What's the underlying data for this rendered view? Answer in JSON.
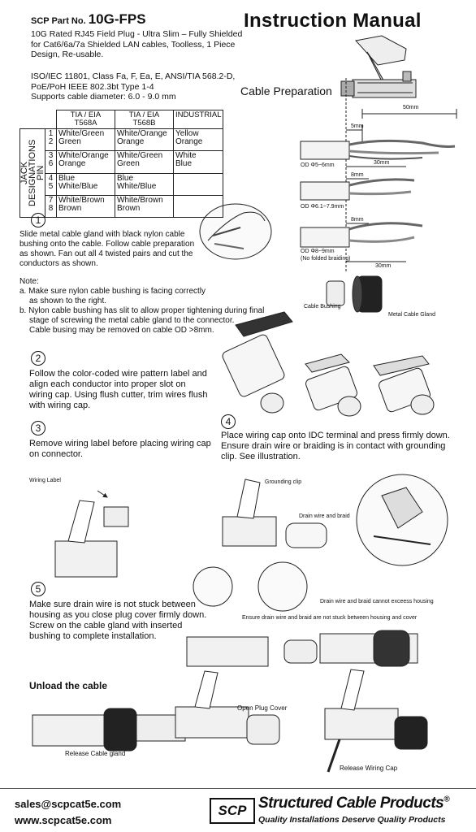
{
  "header": {
    "part_label": "SCP Part No.",
    "part_number": "10G-FPS",
    "title": "Instruction Manual",
    "description": "10G Rated RJ45 Field Plug - Ultra Slim – Fully Shielded for Cat6/6a/7a Shielded LAN cables, Toolless, 1 Piece Design, Re-usable.",
    "standards": "ISO/IEC 11801, Class Fa, F, Ea, E, ANSI/TIA 568.2-D, PoE/PoH IEEE 802.3bt Type 1-4",
    "cable_diameter": "Supports cable diameter: 6.0 - 9.0 mm"
  },
  "cable_prep": {
    "heading": "Cable Preparation",
    "dim_50": "50mm",
    "dim_5": "5mm",
    "dim_30a": "30mm",
    "dim_8a": "8mm",
    "dim_8b": "8mm",
    "dim_30b": "30mm",
    "od1": "OD Φ5~6mm",
    "od2": "OD Φ6.1~7.9mm",
    "od3": "OD Φ8~9mm",
    "od3_note": "(No folded braiding)",
    "cable_bushing": "Cable Bushing",
    "metal_gland": "Metal Cable Gland"
  },
  "pin_table": {
    "headers": [
      "TIA / EIA T568A",
      "TIA / EIA T568B",
      "INDUSTRIAL"
    ],
    "side_pin": "PIN",
    "side_jack": "JACK DESIGNATIONS",
    "rows": [
      {
        "pins": [
          "1",
          "2"
        ],
        "a": [
          "White/Green",
          "Green"
        ],
        "b": [
          "White/Orange",
          "Orange"
        ],
        "i": [
          "Yellow",
          "Orange"
        ]
      },
      {
        "pins": [
          "3",
          "6"
        ],
        "a": [
          "White/Orange",
          "Orange"
        ],
        "b": [
          "White/Green",
          "Green"
        ],
        "i": [
          "White",
          "Blue"
        ]
      },
      {
        "pins": [
          "4",
          "5"
        ],
        "a": [
          "Blue",
          "White/Blue"
        ],
        "b": [
          "Blue",
          "White/Blue"
        ],
        "i": [
          "",
          ""
        ]
      },
      {
        "pins": [
          "7",
          "8"
        ],
        "a": [
          "White/Brown",
          "Brown"
        ],
        "b": [
          "White/Brown",
          "Brown"
        ],
        "i": [
          "",
          ""
        ]
      }
    ]
  },
  "steps": {
    "s1_num": "1",
    "s1_text": "Slide metal cable gland with black nylon cable bushing onto the cable. Follow cable preparation as shown.  Fan out all 4 twisted pairs and cut the conductors as shown.",
    "note_title": "Note:",
    "note_a": "a. Make sure nylon cable bushing is facing correctly",
    "note_a2": "as shown to the right.",
    "note_b": "b. Nylon cable bushing has slit to allow proper tightening during final",
    "note_b2": "stage of screwing the metal cable gland to the connector.",
    "note_b3": "Cable busing may be removed on cable OD >8mm.",
    "s2_num": "2",
    "s2_text": "Follow the color-coded wire pattern label and align each conductor into proper slot on wiring cap.  Using flush cutter, trim wires flush with wiring cap.",
    "s3_num": "3",
    "s3_text": "Remove wiring label before placing wiring cap on connector.",
    "s4_num": "4",
    "s4_text": "Place wiring cap onto IDC terminal and press firmly down. Ensure drain wire or braiding is in contact with grounding clip.  See illustration.",
    "s5_num": "5",
    "s5_text": "Make sure drain wire is not stuck between housing as you close plug cover firmly down. Screw on the cable gland with inserted bushing to complete installation.",
    "wiring_label": "Wiring Label",
    "grounding_clip": "Grounding clip",
    "drain_braid": "Drain wire and braid",
    "braid_cannot": "Drain wire and braid cannot exceess housing",
    "ensure_drain": "Ensure drain wire and braid are not stuck between housing and cover"
  },
  "unload": {
    "heading": "Unload the cable",
    "open_cover": "Open Plug Cover",
    "release_gland": "Release Cable gland",
    "release_cap": "Release Wiring Cap"
  },
  "footer": {
    "email": "sales@scpcat5e.com",
    "web": "www.scpcat5e.com",
    "logo": "SCP",
    "brand": "Structured Cable Products",
    "registered": "®",
    "tagline": "Quality Installations Deserve Quality Products"
  }
}
